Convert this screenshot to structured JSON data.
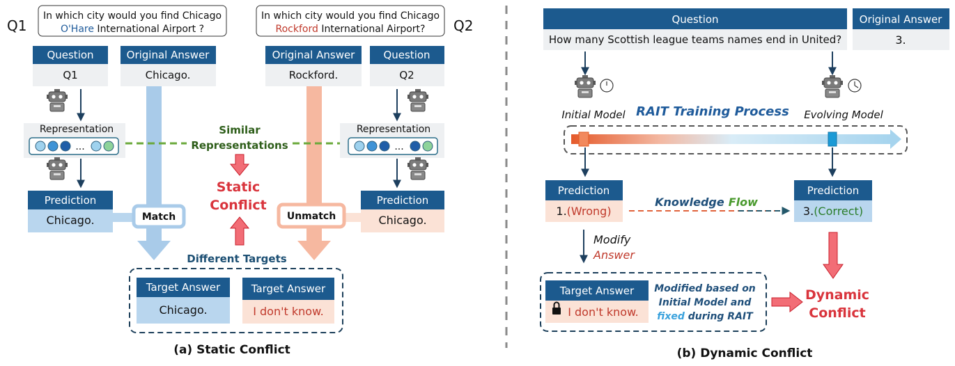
{
  "static": {
    "q1_prefix": "Q1",
    "q2_prefix": "Q2",
    "q1_line1": "In which city would you find Chicago",
    "q1_hl": "O'Hare",
    "q1_rest": " International Airport ?",
    "q2_line1": "In which city would you find Chicago",
    "q2_hl": "Rockford",
    "q2_rest": " International Airport?",
    "question_label": "Question",
    "original_answer_label": "Original Answer",
    "q1_value": "Q1",
    "q2_value": "Q2",
    "orig1_value": "Chicago.",
    "orig2_value": "Rockford.",
    "representation_label": "Representation",
    "dots_text": "...",
    "similar_line1": "Similar",
    "similar_line2": "Representations",
    "static_conflict_line1": "Static",
    "static_conflict_line2": "Conflict",
    "prediction_label": "Prediction",
    "pred1_value": "Chicago.",
    "pred2_value": "Chicago.",
    "match_label": "Match",
    "unmatch_label": "Unmatch",
    "different_targets": "Different Targets",
    "target_answer_label": "Target Answer",
    "target1_value": "Chicago.",
    "target2_value": "I don't know.",
    "caption": "(a) Static Conflict"
  },
  "dynamic": {
    "question_label": "Question",
    "question_value": "How many Scottish league teams names end in United?",
    "original_answer_label": "Original Answer",
    "original_answer_value": "3.",
    "initial_model": "Initial Model",
    "evolving_model": "Evolving Model",
    "process_title": "RAIT Training Process",
    "prediction_label": "Prediction",
    "pred_wrong_num": "1.",
    "pred_wrong_text": "(Wrong)",
    "pred_correct_num": "3.",
    "pred_correct_text": "(Correct)",
    "knowledge": "Knowledge",
    "flow": "Flow",
    "modify_line1": "Modify",
    "modify_line2": "Answer",
    "target_answer_label": "Target Answer",
    "target_value": "I don't know.",
    "modified_line1": "Modified based on",
    "modified_line2": "Initial Model and",
    "modified_fixed": "fixed",
    "modified_line3_rest": " during RAIT",
    "dynamic_conflict_line1": "Dynamic",
    "dynamic_conflict_line2": "Conflict",
    "caption": "(b) Dynamic Conflict"
  },
  "colors": {
    "header_blue": "#1c5a8e",
    "light_blue": "#b9d6ee",
    "light_peach": "#fbe2d6",
    "arrow_blue": "#a9cbe9",
    "arrow_peach": "#f6b8a0",
    "conflict_red": "#d9343c",
    "similar_green": "#2e5e1a",
    "divider_gray": "#8a8a8a"
  }
}
